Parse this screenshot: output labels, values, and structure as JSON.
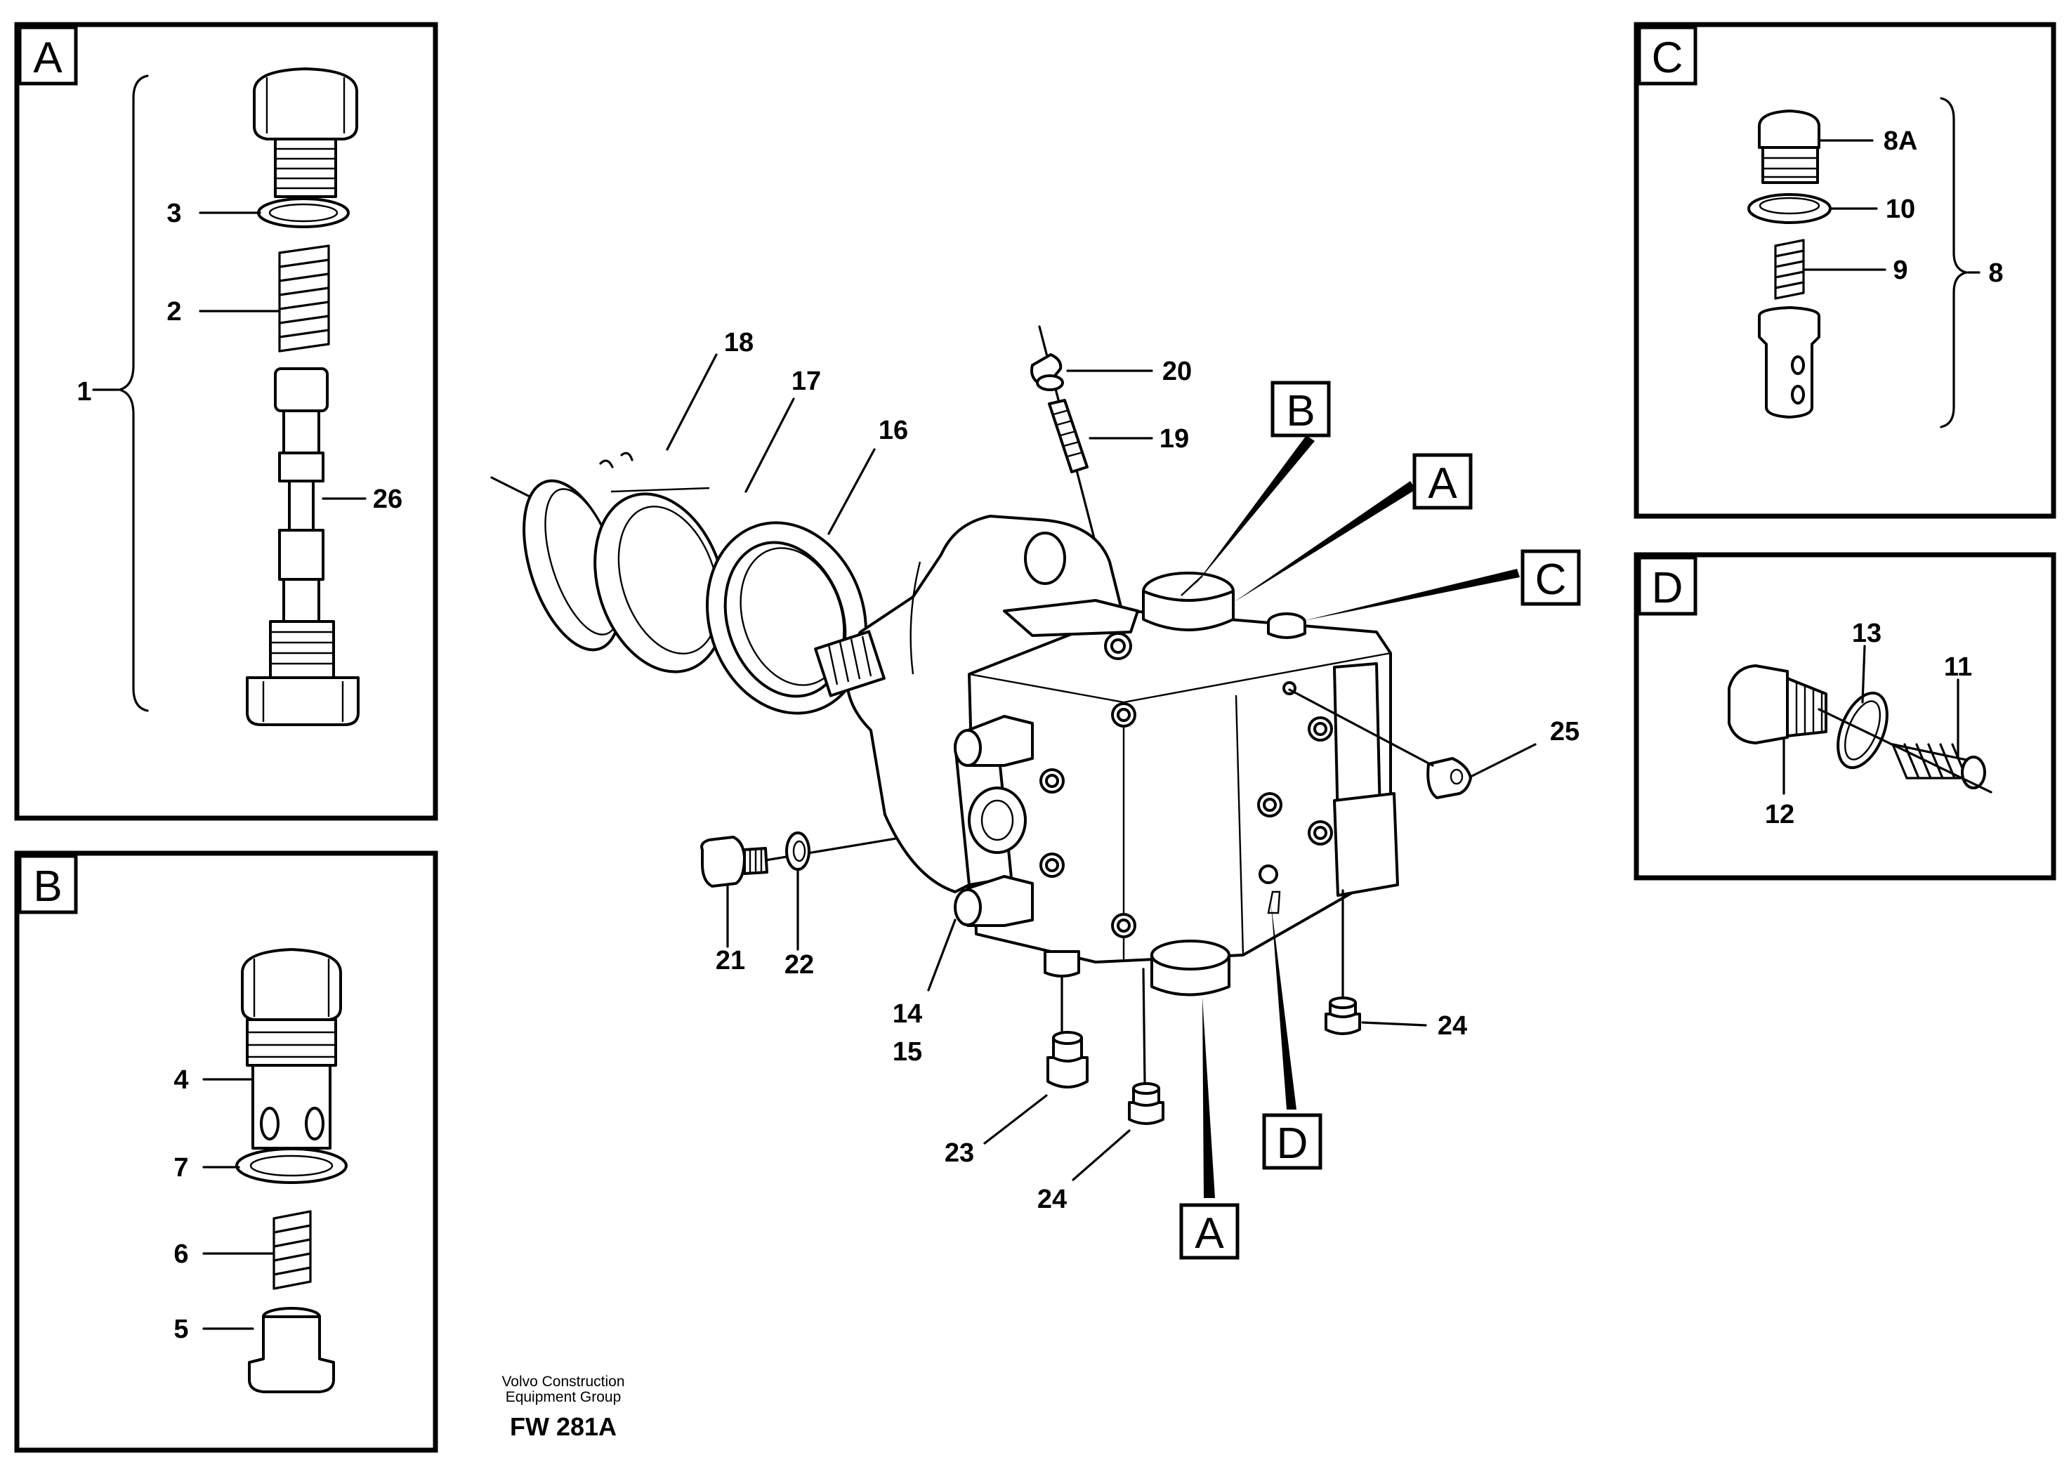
{
  "drawing": {
    "credit_line1": "Volvo Construction",
    "credit_line2": "Equipment Group",
    "code": "FW 281A"
  },
  "panels": {
    "A": {
      "tag": "A",
      "labels": {
        "p1": "1",
        "p2": "2",
        "p3": "3",
        "p26": "26"
      }
    },
    "B": {
      "tag": "B",
      "labels": {
        "p4": "4",
        "p5": "5",
        "p6": "6",
        "p7": "7"
      }
    },
    "C": {
      "tag": "C",
      "labels": {
        "p8": "8",
        "p8A": "8A",
        "p9": "9",
        "p10": "10"
      }
    },
    "D": {
      "tag": "D",
      "labels": {
        "p11": "11",
        "p12": "12",
        "p13": "13"
      }
    }
  },
  "main": {
    "callout_tags": {
      "B": "B",
      "A_top": "A",
      "C": "C",
      "D": "D",
      "A_bottom": "A"
    },
    "labels": {
      "p14": "14",
      "p15": "15",
      "p16": "16",
      "p17": "17",
      "p18": "18",
      "p19": "19",
      "p20": "20",
      "p21": "21",
      "p22": "22",
      "p23": "23",
      "p24a": "24",
      "p24b": "24",
      "p25": "25"
    }
  }
}
